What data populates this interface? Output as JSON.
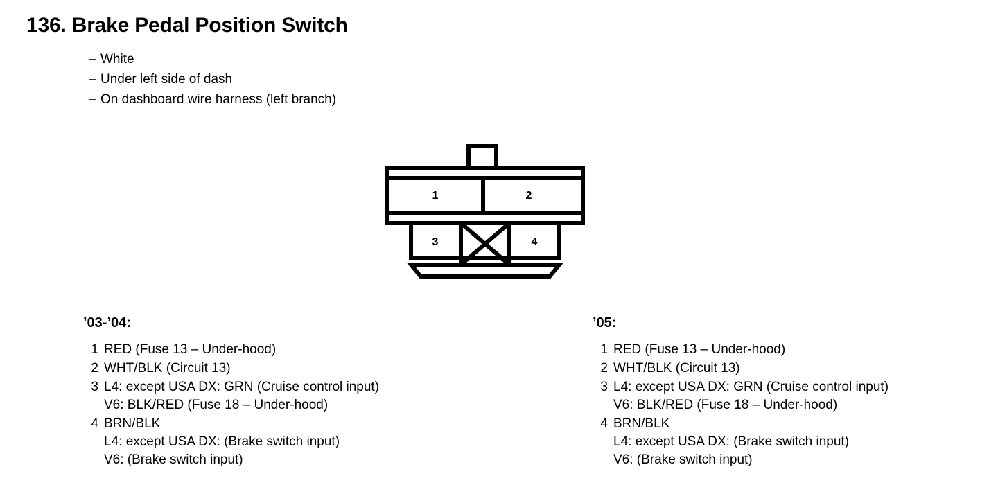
{
  "title": "136. Brake Pedal Position Switch",
  "subtitle_dash": "–",
  "subtitle_lines": [
    "White",
    "Under left side of dash",
    "On dashboard wire harness (left branch)"
  ],
  "connector": {
    "top_row": [
      {
        "label": "1"
      },
      {
        "label": "2"
      }
    ],
    "bottom_row": [
      {
        "label": "3"
      },
      {
        "label": "",
        "blocked": true
      },
      {
        "label": "4"
      }
    ],
    "line_color": "#000000"
  },
  "pin_blocks": [
    {
      "heading": "’03-’04:",
      "pins": [
        {
          "number": "1",
          "lines": [
            "RED (Fuse 13 – Under-hood)"
          ]
        },
        {
          "number": "2",
          "lines": [
            "WHT/BLK (Circuit 13)"
          ]
        },
        {
          "number": "3",
          "lines": [
            "L4: except USA DX: GRN (Cruise control input)",
            "V6: BLK/RED (Fuse 18 – Under-hood)"
          ]
        },
        {
          "number": "4",
          "lines": [
            "BRN/BLK",
            "L4: except USA DX: (Brake switch input)",
            "V6: (Brake switch input)"
          ]
        }
      ]
    },
    {
      "heading": "’05:",
      "pins": [
        {
          "number": "1",
          "lines": [
            "RED (Fuse 13 – Under-hood)"
          ]
        },
        {
          "number": "2",
          "lines": [
            "WHT/BLK (Circuit 13)"
          ]
        },
        {
          "number": "3",
          "lines": [
            "L4: except USA DX: GRN (Cruise control input)",
            "V6: BLK/RED (Fuse 18 – Under-hood)"
          ]
        },
        {
          "number": "4",
          "lines": [
            "BRN/BLK",
            "L4: except USA DX: (Brake switch input)",
            "V6: (Brake switch input)"
          ]
        }
      ]
    }
  ]
}
